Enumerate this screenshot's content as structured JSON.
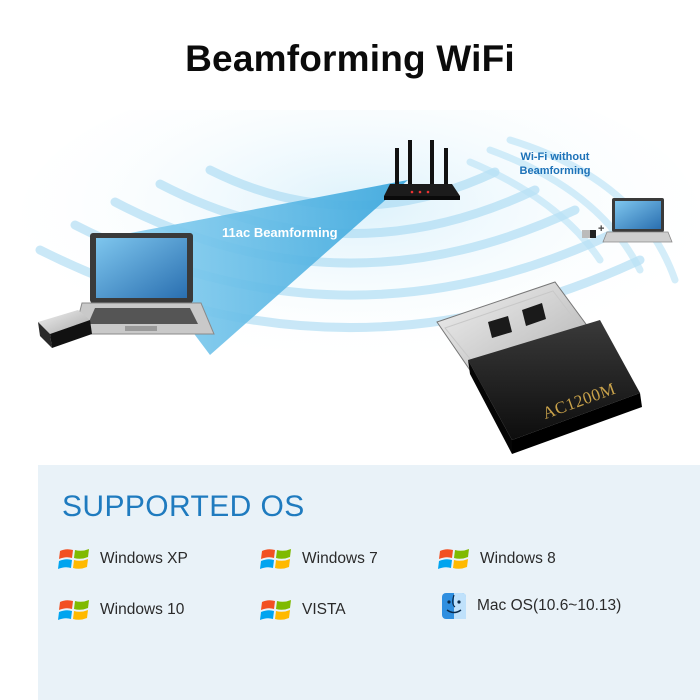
{
  "title": "Beamforming WiFi",
  "diagram": {
    "label_beam": "11ac Beamforming",
    "label_no_beam_line1": "Wi-Fi without",
    "label_no_beam_line2": "Beamforming",
    "adapter_text": "AC1200M",
    "plus_sign": "+"
  },
  "supported_os": {
    "heading": "SUPPORTED OS",
    "items": [
      {
        "label": "Windows XP",
        "icon": "windows-logo-icon"
      },
      {
        "label": "Windows 7",
        "icon": "windows-logo-icon"
      },
      {
        "label": "Windows 8",
        "icon": "windows-logo-icon"
      },
      {
        "label": "Windows 10",
        "icon": "windows-logo-icon"
      },
      {
        "label": "VISTA",
        "icon": "windows-logo-icon"
      },
      {
        "label": "Mac OS(10.6~10.13)",
        "icon": "mac-finder-icon"
      }
    ]
  },
  "colors": {
    "beam": "#4fb6e6",
    "wave": "#9fd6f2",
    "heading": "#1f7bbf",
    "panel": "#e9f2f8"
  }
}
